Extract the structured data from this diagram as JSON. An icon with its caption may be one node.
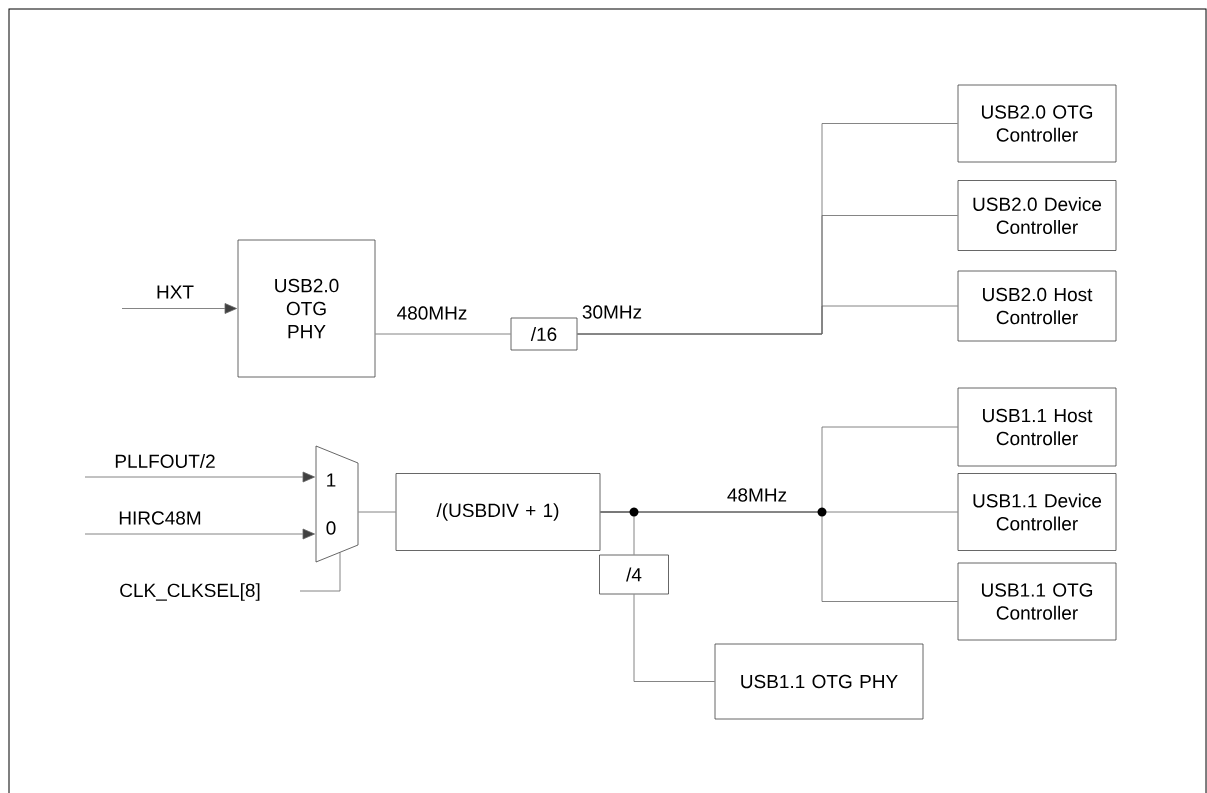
{
  "diagram": {
    "nodes": [
      {
        "text": [
          "USB2.0 OTG PHY"
        ]
      },
      {
        "text": [
          "/16"
        ]
      },
      {
        "text": [
          "USB2.0 OTG Controller"
        ]
      },
      {
        "text": [
          "USB2.0 Device Controller"
        ]
      },
      {
        "text": [
          "USB2.0 Host Controller"
        ]
      },
      {
        "text": [
          "1",
          "0"
        ]
      },
      {
        "text": [
          "/(USBDIV + 1)"
        ]
      },
      {
        "text": [
          "/4"
        ]
      },
      {
        "text": [
          "USB1.1 Host Controller"
        ]
      },
      {
        "text": [
          "USB1.1 Device Controller"
        ]
      },
      {
        "text": [
          "USB1.1 OTG Controller"
        ]
      },
      {
        "text": [
          "USB1.1 OTG PHY"
        ]
      }
    ],
    "edges": [
      {
        "from": null,
        "to": 0,
        "arrow": "to",
        "label": "HXT"
      },
      {
        "from": 0,
        "to": 1,
        "arrow": "none",
        "label": "480MHz"
      },
      {
        "from": 1,
        "to": 2,
        "arrow": "none",
        "label": "30MHz"
      },
      {
        "from": 1,
        "to": 3,
        "arrow": "none"
      },
      {
        "from": 1,
        "to": 4,
        "arrow": "none"
      },
      {
        "from": null,
        "to": 5,
        "arrow": "to",
        "label": "PLLFOUT/2"
      },
      {
        "from": null,
        "to": 5,
        "arrow": "to",
        "label": "HIRC48M"
      },
      {
        "from": null,
        "to": 5,
        "arrow": "none",
        "label": "CLK_CLKSEL[8]"
      },
      {
        "from": 5,
        "to": 6,
        "arrow": "none"
      },
      {
        "from": 6,
        "to": 8,
        "arrow": "none",
        "label": "48MHz"
      },
      {
        "from": 6,
        "to": 9,
        "arrow": "none"
      },
      {
        "from": 6,
        "to": 10,
        "arrow": "none"
      },
      {
        "from": 6,
        "to": 7,
        "arrow": "none"
      },
      {
        "from": 7,
        "to": 11,
        "arrow": "none"
      }
    ]
  }
}
